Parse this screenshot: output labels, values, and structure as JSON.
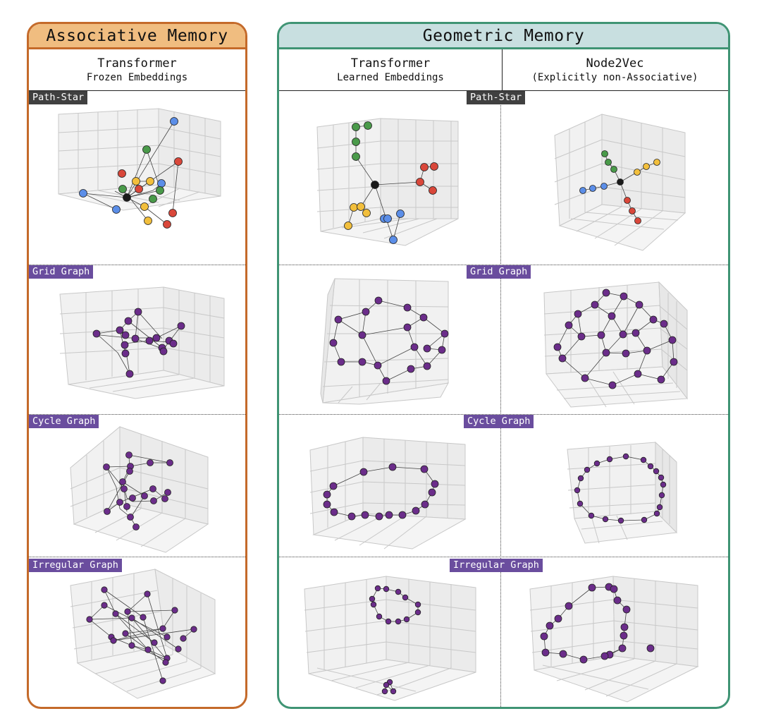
{
  "left_panel": {
    "title": "Associative Memory",
    "column": {
      "title": "Transformer",
      "subtitle": "Frozen Embeddings"
    }
  },
  "right_panel": {
    "title": "Geometric Memory",
    "columns": [
      {
        "title": "Transformer",
        "subtitle": "Learned Embeddings"
      },
      {
        "title": "Node2Vec",
        "subtitle": "(Explicitly non-Associative)"
      }
    ]
  },
  "rows": [
    {
      "label": "Path-Star",
      "style": "dark"
    },
    {
      "label": "Grid Graph",
      "style": "purple"
    },
    {
      "label": "Cycle Graph",
      "style": "purple"
    },
    {
      "label": "Irregular Graph",
      "style": "purple"
    }
  ],
  "colors": {
    "associative_border": "#c46a2a",
    "associative_banner": "#f0bd80",
    "geometric_border": "#3f9474",
    "geometric_banner": "#c8dfe0",
    "node_purple": "#6b2d8a",
    "node_green": "#4a9a4a",
    "node_red": "#d9473a",
    "node_blue": "#5b8ee8",
    "node_yellow": "#f2bf3c",
    "node_black": "#1a1a1a"
  }
}
